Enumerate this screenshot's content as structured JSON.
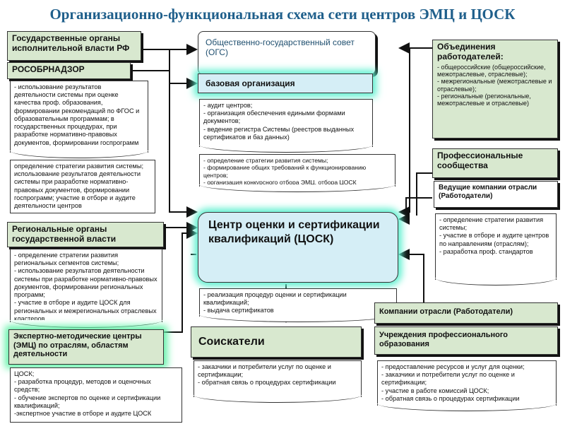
{
  "title": "Организационно-функциональная схема сети центров ЭМЦ и ЦОСК",
  "gov": {
    "title": "Государственные органы исполнительной власти РФ",
    "rosobr": "РОСОБРНАДЗОР",
    "rosobr_text": "- использование результатов деятельности системы при оценке качества проф. образования, формировании рекомендаций по ФГОС и образовательным программам; в государственных процедурах, при разработке нормативно-правовых документов, формировании госпрограмм",
    "gov_text": "определение стратегии развития системы; использование результатов деятельности системы при разработке нормативно-правовых документов, формировании госпрограмм; участие в отборе и аудите деятельности центров"
  },
  "regional": {
    "title": "Региональные органы государственной власти",
    "text": "- определение стратегии развития региональных сегментов системы;\n- использование результатов деятельности системы при разработке нормативно-правовых документов, формировании региональных программ;\n- участие в отборе и аудите ЦОСК для региональных и межрегиональных отраслевых кластеров"
  },
  "emc": {
    "title": "Экспертно-методические центры (ЭМЦ) по отраслям, областям деятельности",
    "text": "ЦОСК;\n- разработка процедур, методов и оценочных средств;\n- обучение экспертов по оценке и сертификации квалификаций;\n-экспертное участие в отборе и аудите ЦОСК"
  },
  "ogs": {
    "title": "Общественно-государственный совет (ОГС)",
    "base": "базовая организация",
    "base_text": "- аудит центров;\n- организация обеспечения едиными формами документов;\n- ведение регистра Системы (реестров выданных сертификатов и баз данных)",
    "ogs_text": "- определение стратегии развития системы;\n- формирование общих требований к функционированию центров;\n- организация конкурсного отбора ЭМЦ, отбора ЦОСК"
  },
  "cosk": {
    "title": "Центр оценки и сертификации квалификаций (ЦОСК)",
    "text": "- реализация процедур оценки и сертификации квалификаций;\n- выдача сертификатов"
  },
  "applicants": {
    "title": "Соискатели",
    "text": "- заказчики и потребители услуг по оценке и сертификации;\n- обратная связь о процедурах сертификации"
  },
  "employers": {
    "title": "Объединения работодателей:",
    "text": "- общероссийские (общероссийские, межотраслевые, отраслевые);\n- межрегиональные (межотраслевые и отраслевые);\n- региональные (региональные, межотраслевые и отраслевые)"
  },
  "prof": {
    "title": "Профессиональные сообщества",
    "lead": "Ведущие компании отрасли (Работодатели)",
    "text": "- определение стратегии развития системы;\n- участие в отборе и аудите центров по направлениям (отраслям);\n- разработка проф. стандартов"
  },
  "companies": {
    "title": "Компании отрасли (Работодатели)",
    "edu": "Учреждения профессионального образования",
    "text": "- предоставление ресурсов и услуг для оценки;\n- заказчики и потребители услуг по оценке и сертификации;\n- участие в работе комиссий ЦОСК;\n- обратная связь о процедурах сертификации"
  }
}
